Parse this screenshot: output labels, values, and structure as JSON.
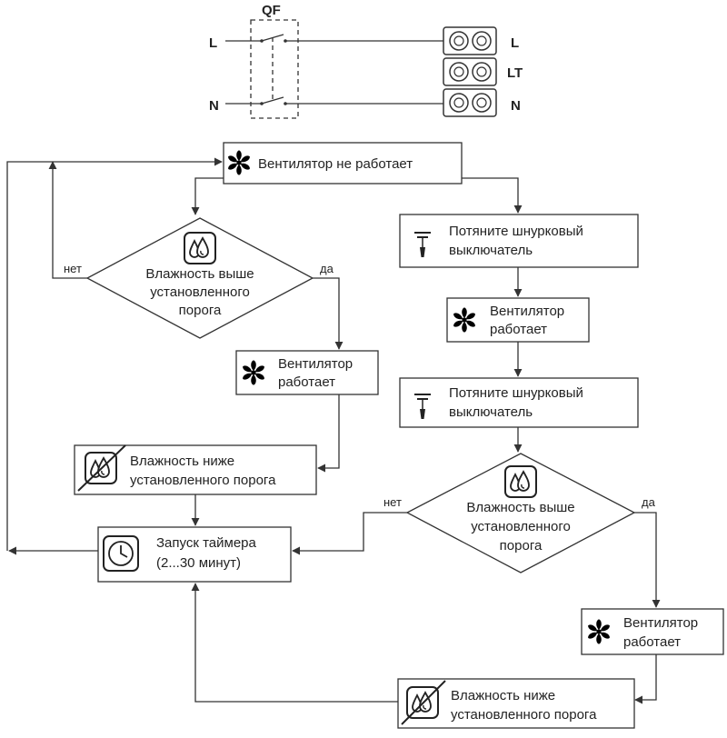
{
  "wiring": {
    "breaker_label": "QF",
    "input_L": "L",
    "input_N": "N",
    "terminal_L": "L",
    "terminal_LT": "LT",
    "terminal_N": "N"
  },
  "flowchart": {
    "start": "Вентилятор не работает",
    "decision_left": [
      "Влажность выше",
      "установленного",
      "порога"
    ],
    "no_left": "нет",
    "yes_left": "да",
    "fan_on_left": [
      "Вентилятор",
      "работает"
    ],
    "humidity_below_left": [
      "Влажность ниже",
      "установленного порога"
    ],
    "timer": [
      "Запуск таймера",
      "(2...30 минут)"
    ],
    "pull_switch_1": [
      "Потяните шнурковый",
      "выключатель"
    ],
    "fan_on_right_1": [
      "Вентилятор",
      "работает"
    ],
    "pull_switch_2": [
      "Потяните шнурковый",
      "выключатель"
    ],
    "decision_right": [
      "Влажность выше",
      "установленного",
      "порога"
    ],
    "no_right": "нет",
    "yes_right": "да",
    "fan_on_right_2": [
      "Вентилятор",
      "работает"
    ],
    "humidity_below_right": [
      "Влажность ниже",
      "установленного порога"
    ]
  },
  "icons": {
    "fan": "fan-icon",
    "pull_cord": "pull-cord-switch-icon",
    "humidity": "humidity-drops-icon",
    "humidity_crossed": "humidity-crossed-icon",
    "timer": "clock-icon"
  }
}
